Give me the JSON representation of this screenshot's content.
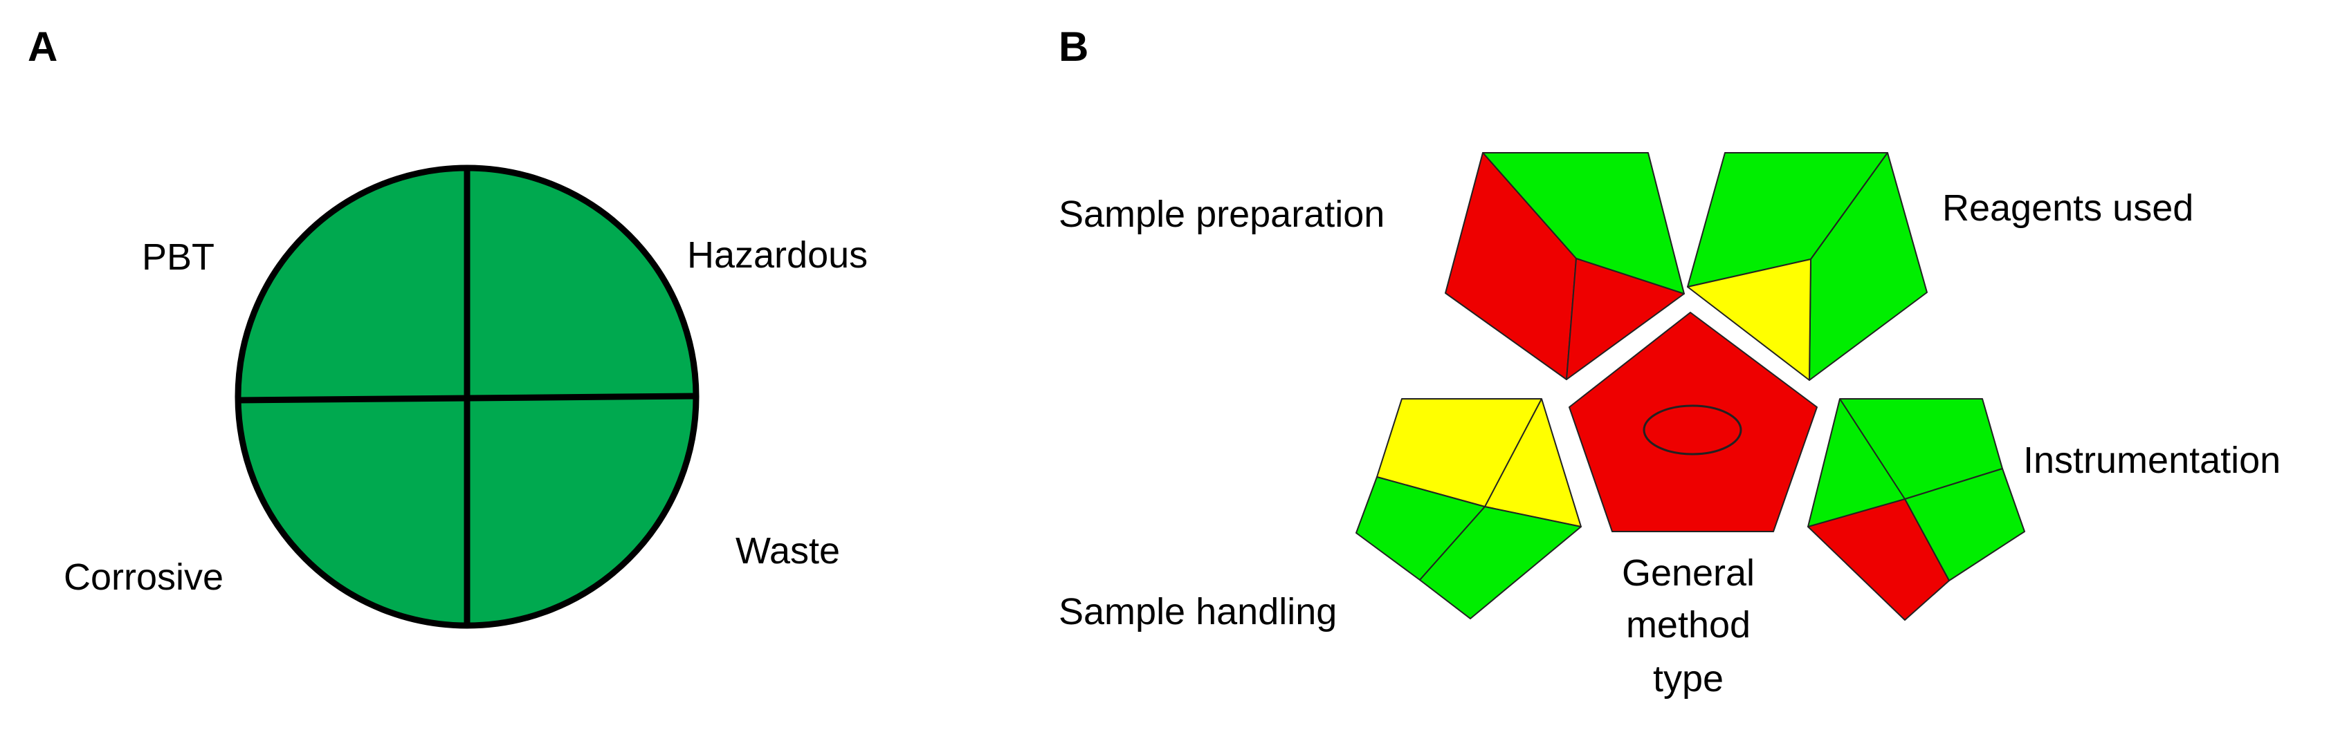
{
  "panel_a": {
    "letter": "A",
    "quadrants": [
      {
        "key": "pbt",
        "label": "PBT",
        "color": "#00a94f"
      },
      {
        "key": "hazardous",
        "label": "Hazardous",
        "color": "#00a94f"
      },
      {
        "key": "corrosive",
        "label": "Corrosive",
        "color": "#00a94f"
      },
      {
        "key": "waste",
        "label": "Waste",
        "color": "#00a94f"
      }
    ]
  },
  "panel_b": {
    "letter": "B",
    "labels": {
      "sample_preparation": "Sample preparation",
      "reagents_used": "Reagents used",
      "instrumentation": "Instrumentation",
      "sample_handling": "Sample handling",
      "general_line1": "General",
      "general_line2": "method",
      "general_line3": "type"
    },
    "colors": {
      "green": "#00ee00",
      "yellow": "#ffff00",
      "red": "#ee0000"
    }
  }
}
